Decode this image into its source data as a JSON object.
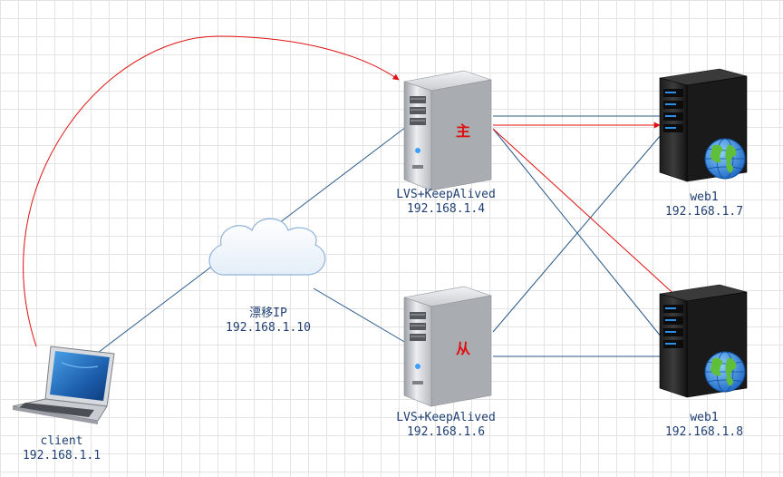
{
  "nodes": {
    "client": {
      "name": "client",
      "ip": "192.168.1.1"
    },
    "vip": {
      "name": "漂移IP",
      "ip": "192.168.1.10"
    },
    "lvs_master": {
      "name": "LVS+KeepAlived",
      "ip": "192.168.1.4",
      "role": "主"
    },
    "lvs_backup": {
      "name": "LVS+KeepAlived",
      "ip": "192.168.1.6",
      "role": "从"
    },
    "web_top": {
      "name": "web1",
      "ip": "192.168.1.7"
    },
    "web_bottom": {
      "name": "web1",
      "ip": "192.168.1.8"
    }
  },
  "colors": {
    "line": "#2a5a8a",
    "flow": "#e01010",
    "label": "#1f3f73"
  }
}
